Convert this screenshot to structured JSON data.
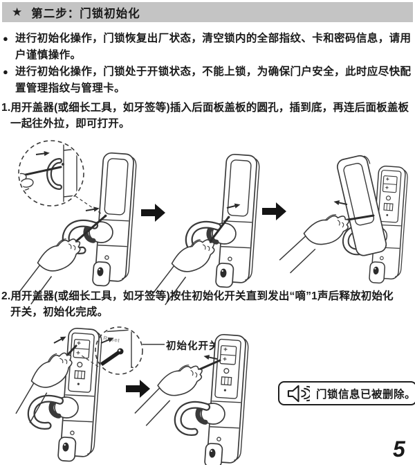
{
  "page": {
    "number": "5"
  },
  "colors": {
    "header_bg": "#c4c4c4",
    "ink": "#1a1a1a",
    "line_art": "#3a3a3a"
  },
  "header": {
    "star": "★",
    "title": "第二步：门锁初始化"
  },
  "notes": [
    {
      "marker": "●",
      "text": "进行初始化操作，门锁恢复出厂状态，清空锁内的全部指纹、卡和密码信息，请用\n户谨慎操作。"
    },
    {
      "marker": "●",
      "text": "进行初始化操作，门锁处于开锁状态，不能上锁，为确保门户安全，此时应尽快配\n置管理指纹与管理卡。"
    }
  ],
  "steps": [
    {
      "text": "1.用开盖器(或细长工具，如牙签等)插入后面板盖板的圆孔，插到底，再连后面板盖板\n一起往外拉，即可打开。"
    },
    {
      "text": "2.用开盖器(或细长工具，如牙签等)按住初始化开关直到发出“嘀”1声后释放初始化\n开关，初始化完成。"
    }
  ],
  "figure2": {
    "reset_label": "Reset",
    "switch_label": "初始化开关"
  },
  "voice_bubble": {
    "icon": "speaker-icon",
    "text": "门锁信息已被删除。"
  }
}
